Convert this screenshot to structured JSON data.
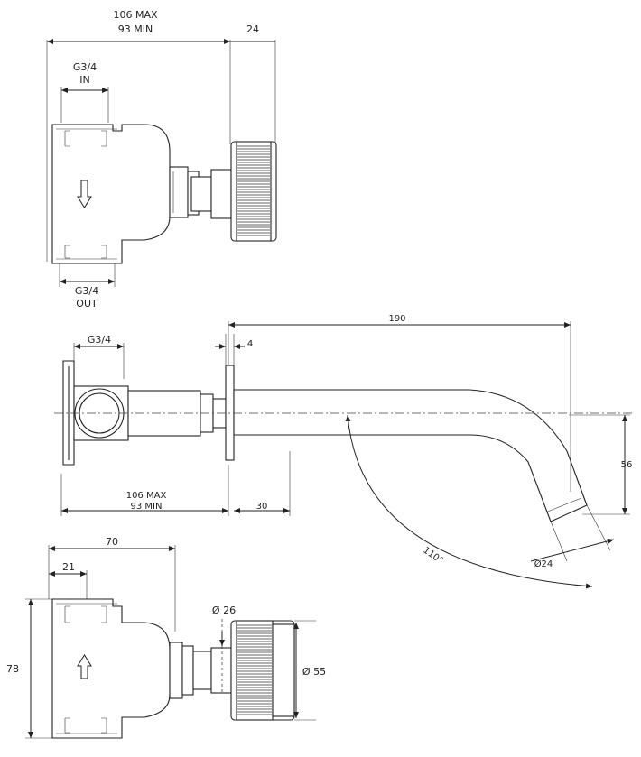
{
  "top_view": {
    "overall_max": "106 MAX",
    "overall_min": "93 MIN",
    "handle_depth": "24",
    "inlet_thread": "G3/4",
    "inlet_label": "IN",
    "outlet_thread": "G3/4",
    "outlet_label": "OUT"
  },
  "side_view": {
    "thread": "G3/4",
    "plate": "4",
    "spout_length": "190",
    "spout_height": "56",
    "angle": "110°",
    "outlet_dia": "Ø24",
    "body_max": "106 MAX",
    "body_min": "93 MIN",
    "offset": "30"
  },
  "front_view": {
    "width": "70",
    "offset": "21",
    "height": "78",
    "stem_dia": "Ø 26",
    "handle_dia": "Ø 55"
  }
}
